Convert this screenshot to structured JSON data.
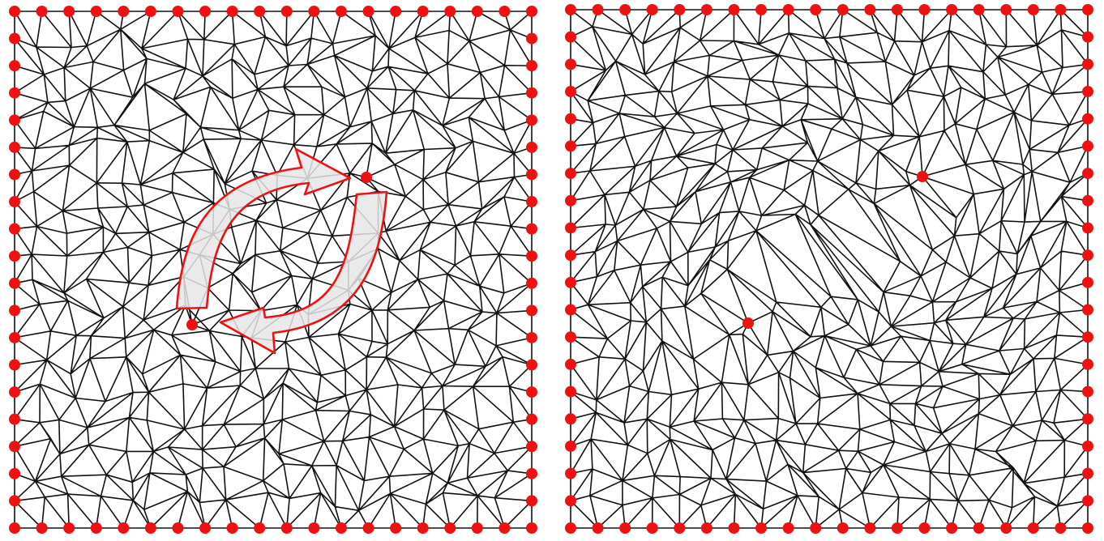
{
  "colors": {
    "background": "#ffffff",
    "edge": "#111111",
    "boundary_vertex": "#ee1111",
    "constraint_vertex": "#ee1111",
    "rotation_arrow_fill": "#e6e6e6",
    "rotation_arrow_stroke": "#ee1111",
    "faded_edge": "#cfcfcf"
  },
  "panels": [
    {
      "id": "before-twist",
      "description_key": "left",
      "mesh": {
        "grid_cols": 19,
        "grid_rows": 19,
        "boundary_vertices_per_side": 20,
        "jitter": 0.38,
        "deformation": "none",
        "constraint_vertices": 2
      },
      "rotation_arrows": {
        "count": 2,
        "direction": "clockwise"
      }
    },
    {
      "id": "after-twist",
      "description_key": "right",
      "mesh": {
        "grid_cols": 19,
        "grid_rows": 19,
        "boundary_vertices_per_side": 20,
        "jitter": 0.38,
        "deformation": "twisted",
        "constraint_vertices": 2
      },
      "rotation_arrows": {
        "count": 0,
        "direction": "none"
      }
    }
  ]
}
